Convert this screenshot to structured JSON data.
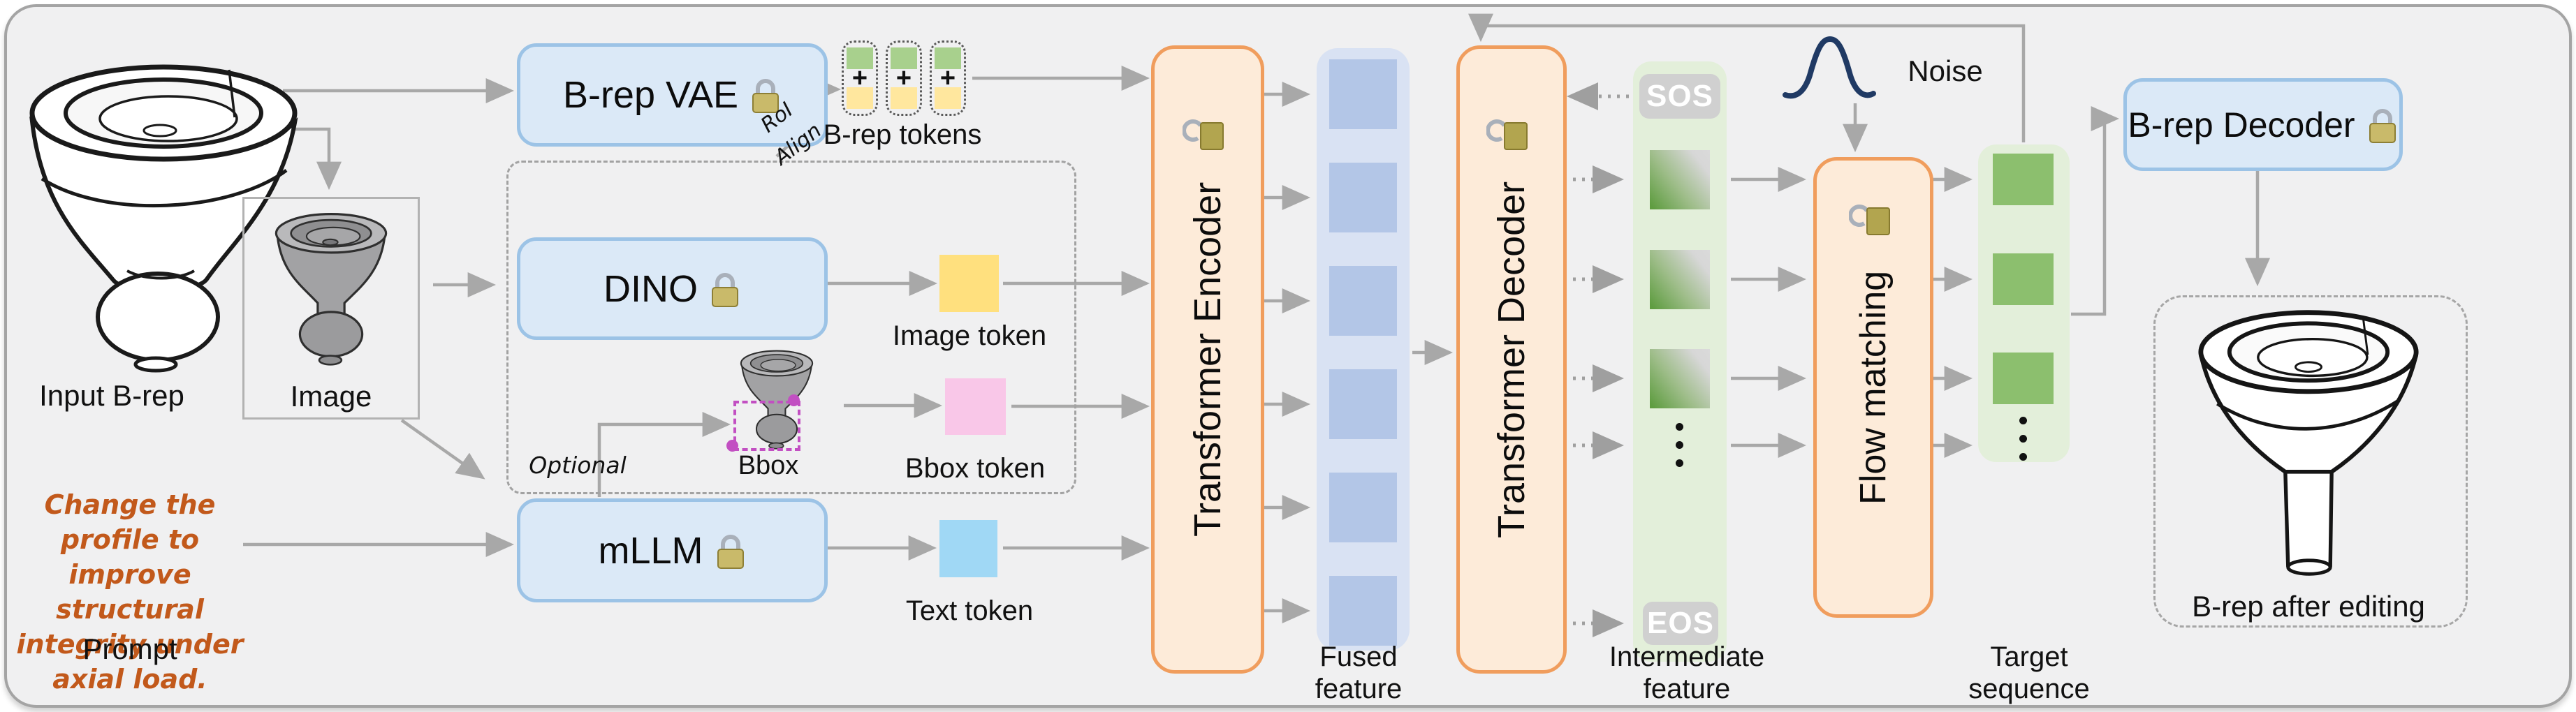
{
  "input": {
    "brep_label": "Input B-rep",
    "image_label": "Image",
    "prompt_lines": [
      "Change the profile to",
      "improve structural",
      "integrity under axial load."
    ],
    "prompt_label": "Prompt"
  },
  "modules": {
    "vae": "B-rep VAE",
    "dino": "DINO",
    "mllm": "mLLM",
    "encoder": "Transformer Encoder",
    "decoder": "Transformer Decoder",
    "flow": "Flow matching",
    "brep_decoder": "B-rep Decoder"
  },
  "tokens": {
    "plus": "+",
    "brep_label": "B-rep tokens",
    "image_label": "Image token",
    "bbox_label": "Bbox token",
    "text_label": "Text token",
    "bbox_fig_label": "Bbox"
  },
  "annotations": {
    "optional": "Optional",
    "roi_line1": "RoI",
    "roi_line2": "Align",
    "noise": "Noise",
    "sos": "SOS",
    "eos": "EOS"
  },
  "features": {
    "fused": [
      "Fused",
      "feature"
    ],
    "intermediate": [
      "Intermediate",
      "feature"
    ],
    "target": [
      "Target",
      "sequence"
    ]
  },
  "output": {
    "after_edit_label": "B-rep after editing"
  },
  "counts": {
    "brep_token_pills": 3,
    "fused_squares": 6,
    "intermediate_squares": 3,
    "target_squares": 3
  },
  "colors": {
    "background": "#f0f0f1",
    "blue_box_fill": "#dbe9f7",
    "blue_box_border": "#9cc3e6",
    "orange_box_fill": "#fdebd9",
    "orange_box_border": "#f09d5d",
    "fused_container": "#d9e2f3",
    "fused_square": "#b3c6e7",
    "green_container": "#e3efda",
    "target_square": "#8cbf6e",
    "token_green": "#a8d08d",
    "token_yellow": "#ffe79e",
    "image_token": "#ffe07e",
    "bbox_token": "#f9c7e8",
    "text_token": "#a0d8f5",
    "prompt_text": "#c2591b",
    "bbox_purple": "#c24fc2",
    "noise_curve": "#203a64",
    "arrow": "#a8a8a8",
    "sos_eos_bg": "#d0d0d0"
  }
}
